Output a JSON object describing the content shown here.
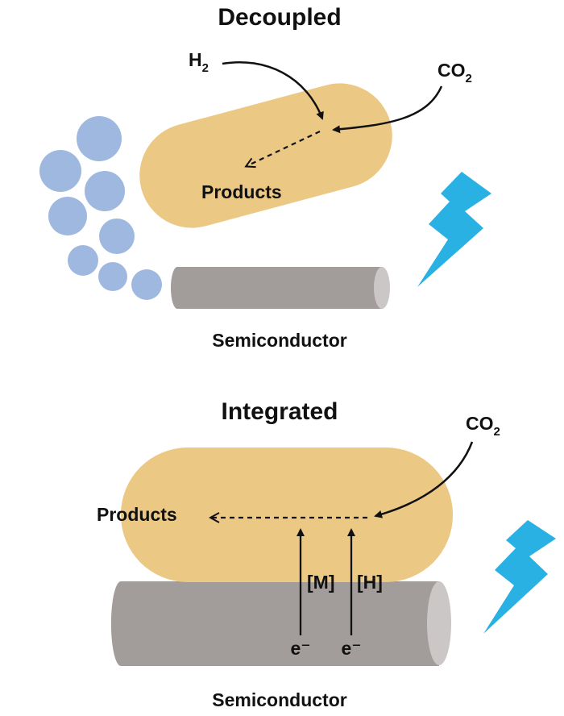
{
  "colors": {
    "microbe": "#ecc885",
    "semiconductor_body": "#a29d9b",
    "semiconductor_end": "#cbc7c6",
    "particle": "#9fb8df",
    "lightning": "#2ab1e3",
    "ink": "#111111"
  },
  "decoupled": {
    "title": "Decoupled",
    "h2_label": "H",
    "h2_subscript": "2",
    "co2_label": "CO",
    "co2_subscript": "2",
    "products_label": "Products",
    "semiconductor_label": "Semiconductor",
    "lightning_icon": "lightning-bolt-icon"
  },
  "integrated": {
    "title": "Integrated",
    "co2_label": "CO",
    "co2_subscript": "2",
    "products_label": "Products",
    "m_label": "[M]",
    "h_label": "[H]",
    "electron_label_1": "e⁻",
    "electron_label_2": "e⁻",
    "semiconductor_label": "Semiconductor",
    "lightning_icon": "lightning-bolt-icon"
  }
}
